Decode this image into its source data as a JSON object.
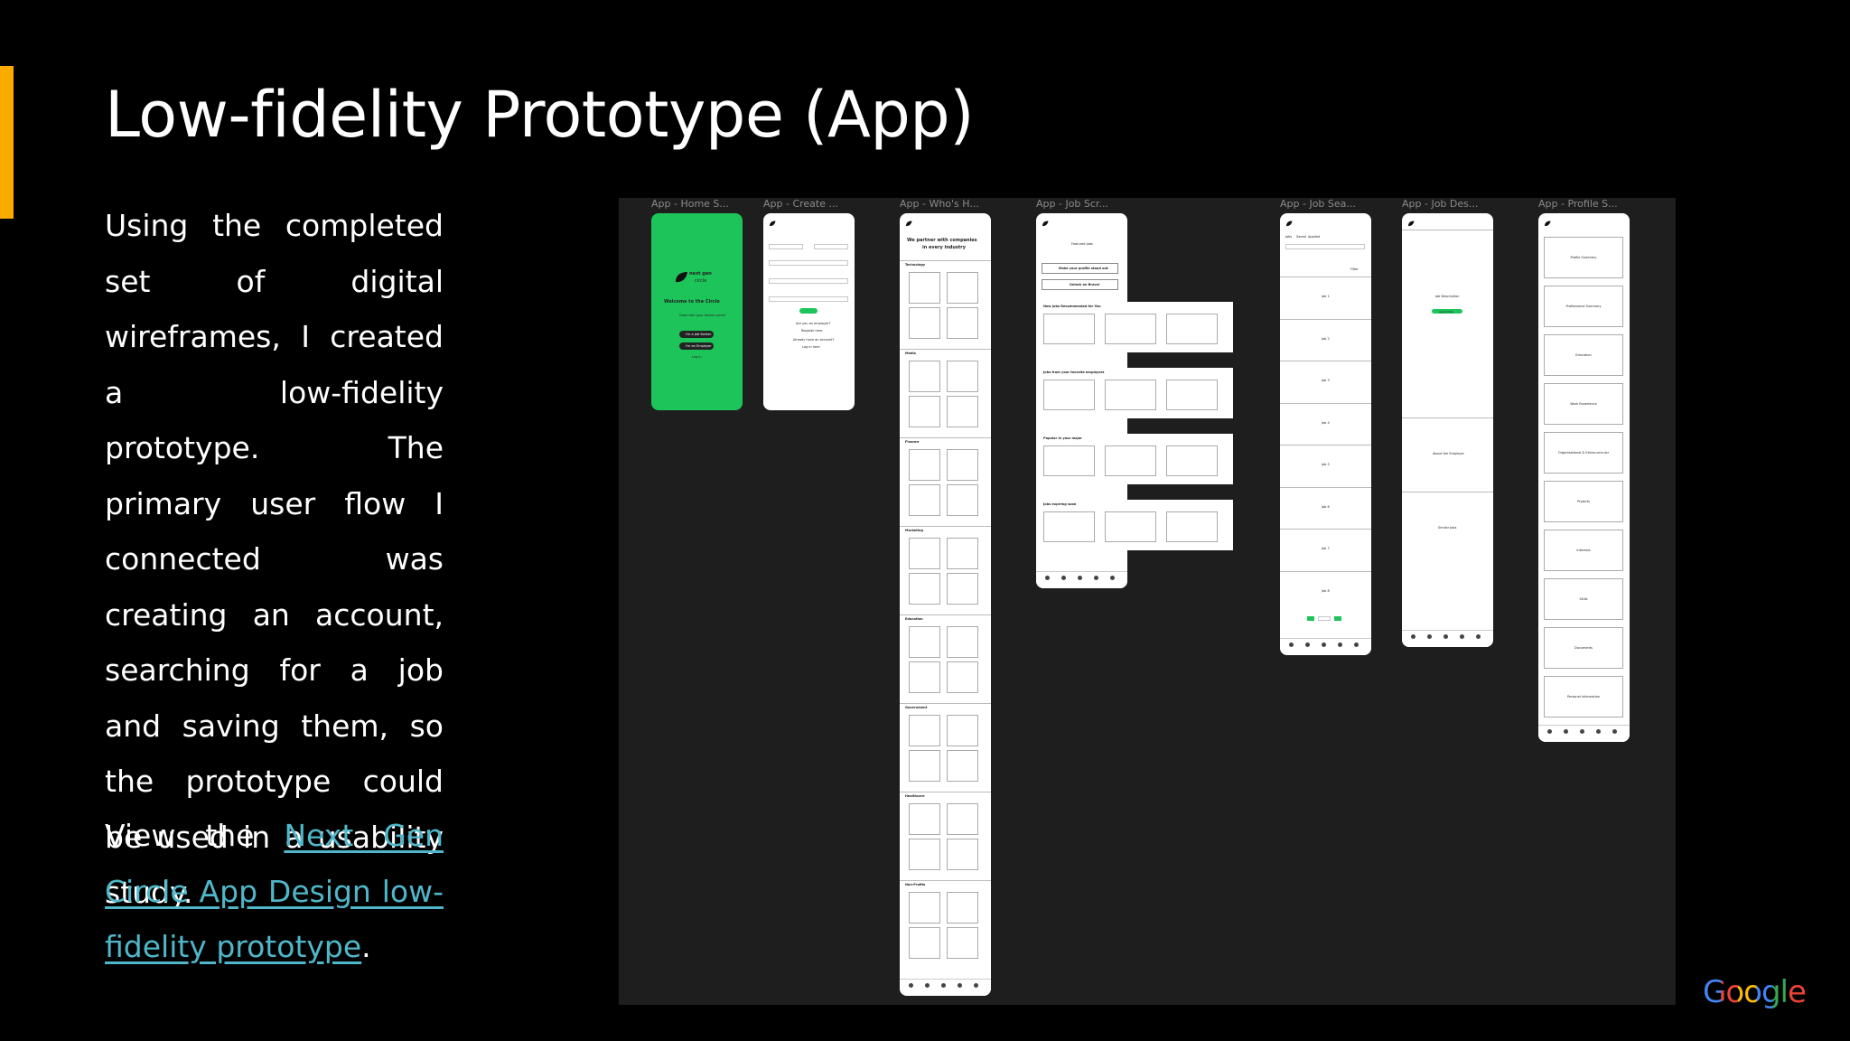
{
  "slide": {
    "title": "Low-fidelity Prototype (App)",
    "body": "Using the completed set of digital wireframes, I created a low-fidelity prototype. The primary user flow I connected was creating an account, searching for a job and saving them, so the prototype could be used in a usability study.",
    "link_prefix": "View the ",
    "link_text": "Next Gen Circle App Design low-fidelity prototype",
    "link_suffix": "."
  },
  "colors": {
    "accent": "#f9ab00",
    "link": "#4fb7c9",
    "prototype_green": "#1dc45a",
    "canvas": "#1e1e1e"
  },
  "frames": [
    {
      "label": "App - Home S..."
    },
    {
      "label": "App - Create ..."
    },
    {
      "label": "App - Who's H..."
    },
    {
      "label": "App - Job Scr..."
    },
    {
      "label": "App - Job Sea..."
    },
    {
      "label": "App - Job Des..."
    },
    {
      "label": "App - Profile S..."
    }
  ],
  "home": {
    "brand_line1": "next gen",
    "brand_line2": "circle",
    "welcome": "Welcome to the Circle",
    "tagline": "Grow with your dream career",
    "button1": "I'm a Job Seeker",
    "button2": "I'm an Employer",
    "link": "Log In"
  },
  "create": {
    "prompt1": "Are you an employer?",
    "link1": "Register here",
    "prompt2": "Already have an account?",
    "link2": "Log in here"
  },
  "who": {
    "headline1": "We partner with companies",
    "headline2": "in every industry",
    "industries": [
      "Technology",
      "Media",
      "Finance",
      "Marketing",
      "Education",
      "Government",
      "Healthcare",
      "Non-Profits"
    ]
  },
  "jobscreen": {
    "heading": "Featured Jobs",
    "action1": "Make your profile stand out",
    "action2": "Unlock on Bravo!",
    "sections": [
      "New Jobs Recommended for You",
      "Jobs from your favorite employers",
      "Popular in your major",
      "Jobs expiring soon"
    ]
  },
  "search": {
    "tabs": [
      "Jobs",
      "Saved",
      "Applied"
    ],
    "filter": "Filter",
    "jobs": [
      "Job 1",
      "Job 2",
      "Job 3",
      "Job 4",
      "Job 5",
      "Job 6",
      "Job 7",
      "Job 8"
    ]
  },
  "jobdesc": {
    "section1": "Job Description",
    "cta": "Apply Now",
    "section2": "About the Employer",
    "section3": "Similar Jobs"
  },
  "profile": {
    "sections": [
      "Profile Summary",
      "Professional Summary",
      "Education",
      "Work Experience",
      "Organizational & Extracurricular",
      "Projects",
      "Interests",
      "Skills",
      "Documents",
      "Personal Information"
    ]
  },
  "footer": {
    "logo": "Google"
  }
}
